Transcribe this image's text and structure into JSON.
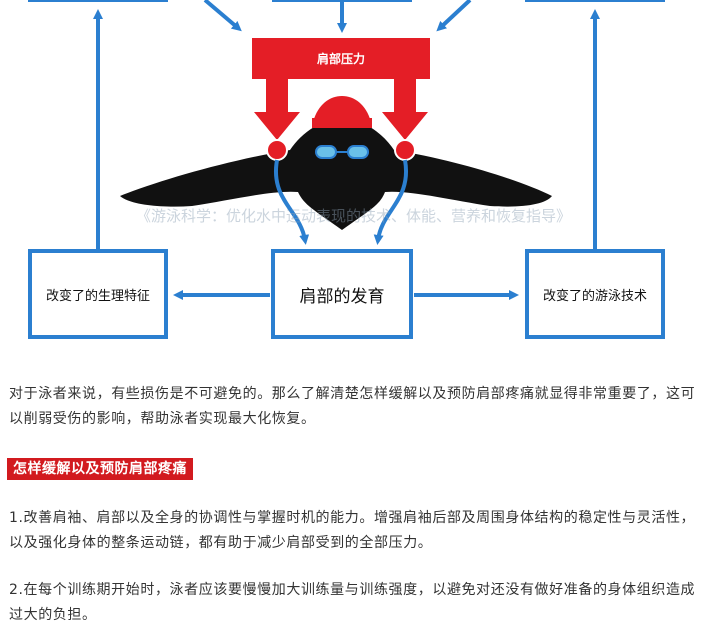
{
  "diagram": {
    "shoulder_stress": "肩部压力",
    "center_box": "肩部的发育",
    "left_box": "改变了的生理特征",
    "right_box": "改变了的游泳技术",
    "watermark": "《游泳科学：优化水中运动表现的技术、体能、营养和恢复指导》",
    "colors": {
      "blue": "#2b7fd0",
      "red": "#e41e26",
      "dark": "#111111"
    }
  },
  "article": {
    "intro": "对于泳者来说，有些损伤是不可避免的。那么了解清楚怎样缓解以及预防肩部疼痛就显得非常重要了，这可以削弱受伤的影响，帮助泳者实现最大化恢复。",
    "heading": "怎样缓解以及预防肩部疼痛",
    "point1": "1.改善肩袖、肩部以及全身的协调性与掌握时机的能力。增强肩袖后部及周围身体结构的稳定性与灵活性，以及强化身体的整条运动链，都有助于减少肩部受到的全部压力。",
    "point2": "2.在每个训练期开始时，泳者应该要慢慢加大训练量与训练强度，以避免对还没有做好准备的身体组织造成过大的负担。"
  }
}
